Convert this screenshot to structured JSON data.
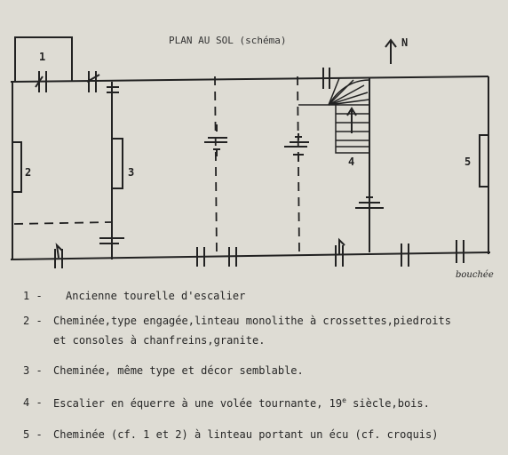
{
  "title": "PLAN AU SOL (schéma)",
  "north": "N",
  "room_labels": [
    "1",
    "2",
    "3",
    "4",
    "5"
  ],
  "annotation": "bouchée",
  "legend": [
    {
      "num": "1 -",
      "lines": [
        "Ancienne tourelle d'escalier"
      ]
    },
    {
      "num": "2 -",
      "lines": [
        "Cheminée,type engagée,linteau monolithe à crossettes,piedroits",
        "et consoles à chanfreins,granite."
      ]
    },
    {
      "num": "3 -",
      "lines": [
        "Cheminée, même type et décor semblable."
      ]
    },
    {
      "num": "4 -",
      "lines": [
        "Escalier en équerre à une volée tournante, 19",
        "e",
        " siècle,bois."
      ]
    },
    {
      "num": "5 -",
      "lines": [
        "Cheminée (cf. 1 et 2) à linteau portant un écu (cf. croquis)"
      ]
    }
  ]
}
